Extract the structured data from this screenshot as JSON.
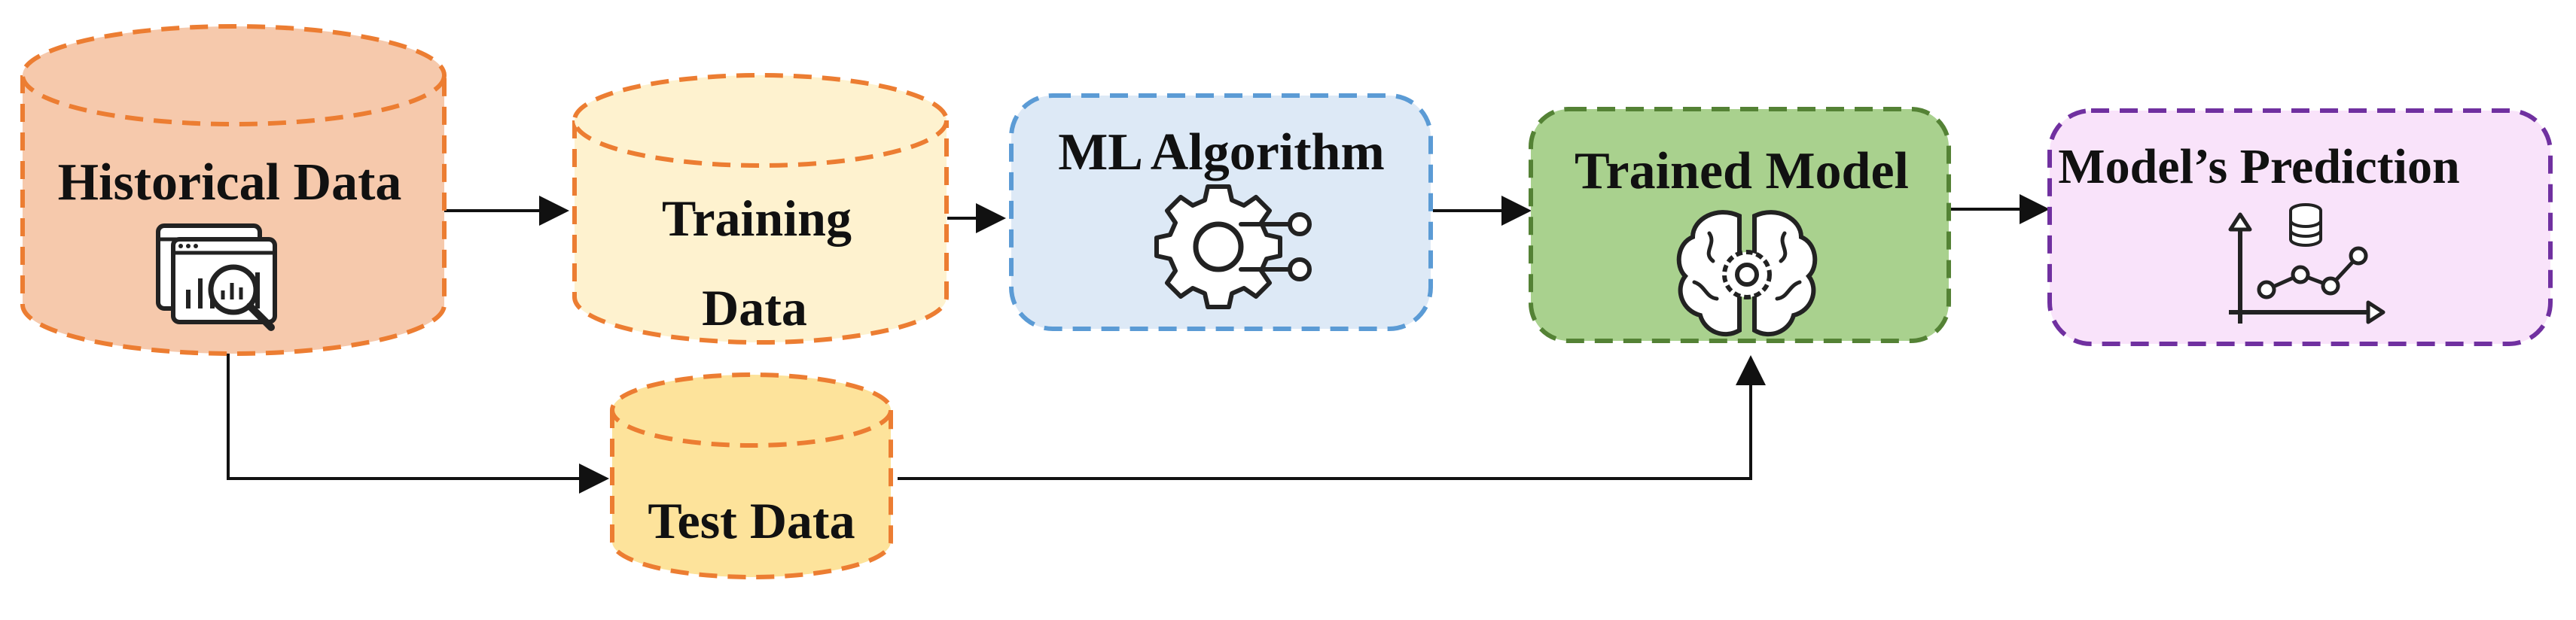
{
  "nodes": {
    "historical": {
      "label": "Historical Data",
      "icon": "data-analysis-icon",
      "fill": "#f6c9ac",
      "stroke": "#ec7d32"
    },
    "training": {
      "label_line1": "Training",
      "label_line2": "Data",
      "fill": "#fef2cf",
      "stroke": "#ec7d32"
    },
    "test": {
      "label": "Test Data",
      "fill": "#fde39b",
      "stroke": "#ec7d32"
    },
    "ml_algorithm": {
      "label": "ML Algorithm",
      "icon": "gear-circuit-icon",
      "fill": "#dde9f6",
      "stroke": "#5b9bd5"
    },
    "trained_model": {
      "label": "Trained Model",
      "icon": "brain-gear-icon",
      "fill": "#a9d18e",
      "stroke": "#548235"
    },
    "prediction": {
      "label": "Model’s Prediction",
      "icon": "prediction-chart-icon",
      "fill": "#f9e3fa",
      "stroke": "#7030a0"
    }
  },
  "edges": [
    {
      "from": "historical",
      "to": "training"
    },
    {
      "from": "historical",
      "to": "test"
    },
    {
      "from": "training",
      "to": "ml_algorithm"
    },
    {
      "from": "ml_algorithm",
      "to": "trained_model"
    },
    {
      "from": "test",
      "to": "trained_model"
    },
    {
      "from": "trained_model",
      "to": "prediction"
    }
  ]
}
